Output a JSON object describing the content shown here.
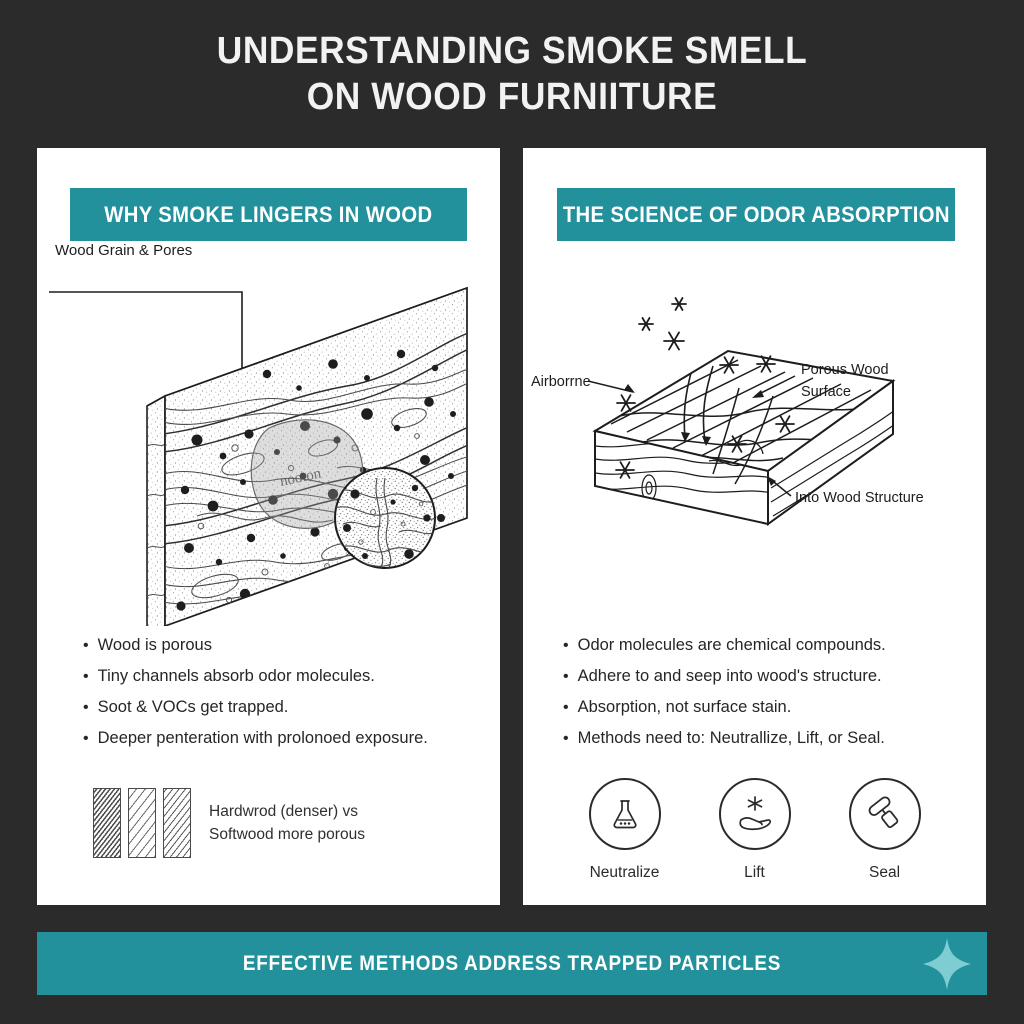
{
  "theme": {
    "background": "#2b2b2b",
    "card_background": "#ffffff",
    "accent_teal": "#22919b",
    "text_dark": "#262626",
    "text_light": "#f2f2f2",
    "star_fill": "#7ecdd2"
  },
  "title": {
    "line1": "UNDERSTANDING SMOKE SMELL",
    "line2": "ON WOOD FURNIITURE"
  },
  "left_panel": {
    "header": "WHY SMOKE LINGERS IN WOOD",
    "diagram_label": "Wood Grain & Pores",
    "bullets": [
      "Wood is porous",
      "Tiny channels absorb odor molecules.",
      "Soot & VOCs get trapped.",
      "Deeper penteration with prolonoed exposure."
    ],
    "wood_caption_line1": "Hardwrod (denser) vs",
    "wood_caption_line2": "Softwood  more porous"
  },
  "right_panel": {
    "header": "THE SCIENCE OF ODOR ABSORPTION",
    "diagram_labels": {
      "airborne": "Airborrne",
      "porous_line1": "Porous Wood",
      "porous_line2": "Surface",
      "into_structure": "Into Wood Structure"
    },
    "bullets": [
      "Odor molecules are chemical compounds.",
      "Adhere to and seep into wood's structure.",
      "Absorption, not surface stain.",
      "Methods need to: Neutrallize, Lift, or Seal."
    ],
    "methods": [
      {
        "icon": "flask-icon",
        "label": "Neutralize"
      },
      {
        "icon": "hand-sparkle-icon",
        "label": "Lift"
      },
      {
        "icon": "paint-roller-icon",
        "label": "Seal"
      }
    ]
  },
  "footer": {
    "text": "EFFECTIVE METHODS ADDRESS TRAPPED PARTICLES",
    "icon": "sparkle-star-icon"
  }
}
